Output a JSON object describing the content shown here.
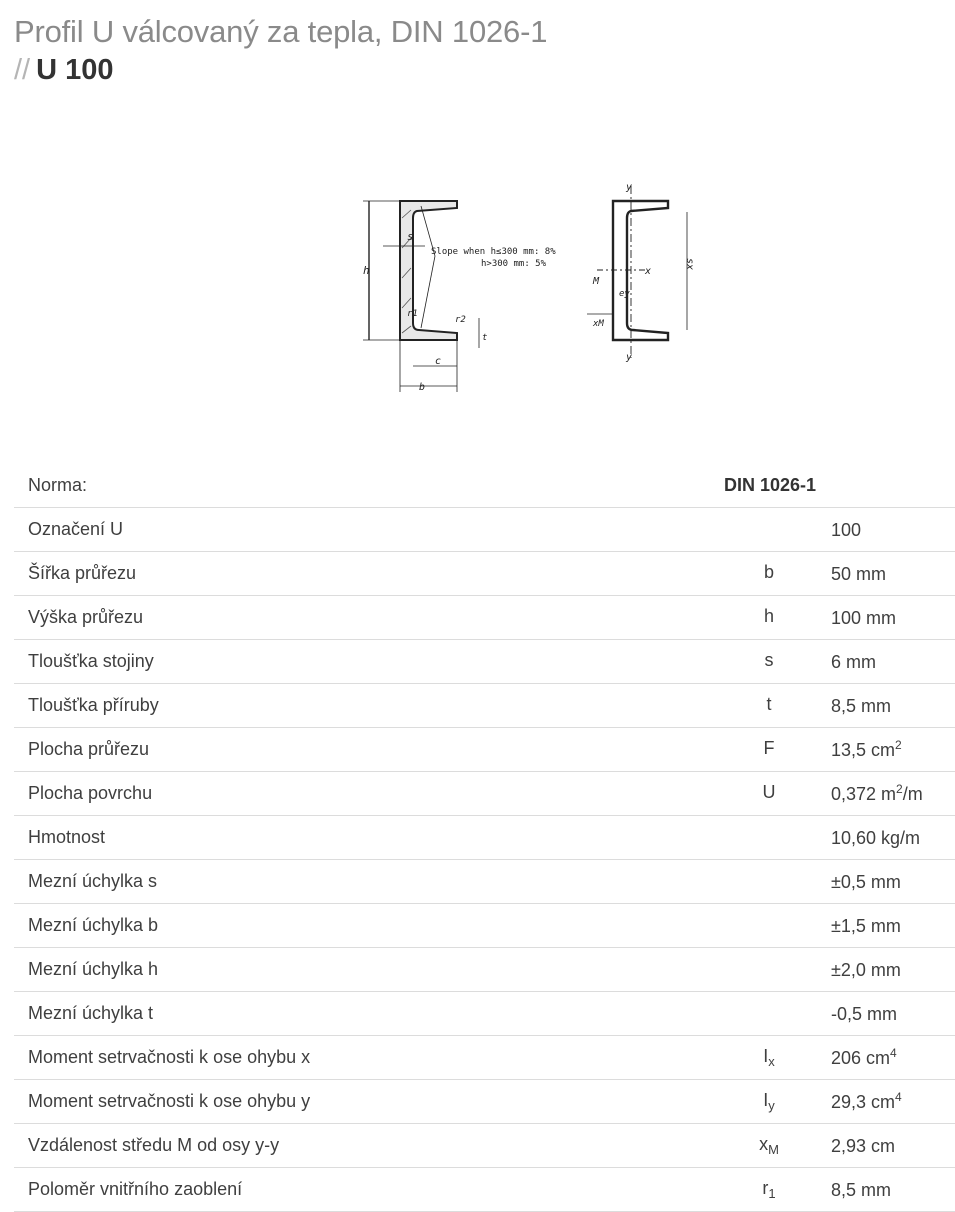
{
  "title": {
    "line1": "Profil U válcovaný za tepla, DIN 1026-1",
    "separator": "//",
    "code": "U 100"
  },
  "drawing": {
    "labels": {
      "s": "s",
      "h": "h",
      "r1": "r1",
      "r2": "r2",
      "t": "t",
      "c": "c",
      "b": "b",
      "y_top": "y",
      "y_bottom": "y",
      "x": "x",
      "M": "M",
      "ey": "ey",
      "xM": "xM",
      "sx": "sx",
      "slope_line1": "Slope when h≤300 mm: 8%",
      "slope_line2": "h>300 mm: 5%"
    }
  },
  "table": {
    "norm_label": "Norma:",
    "norm_value": "DIN 1026-1",
    "rows": [
      {
        "label": "Označení U",
        "symbol": "",
        "symbol_sub": "",
        "value": "100",
        "value_sup": "",
        "value_tail": ""
      },
      {
        "label": "Šířka průřezu",
        "symbol": "b",
        "symbol_sub": "",
        "value": "50 mm",
        "value_sup": "",
        "value_tail": ""
      },
      {
        "label": "Výška průřezu",
        "symbol": "h",
        "symbol_sub": "",
        "value": "100 mm",
        "value_sup": "",
        "value_tail": ""
      },
      {
        "label": "Tloušťka stojiny",
        "symbol": "s",
        "symbol_sub": "",
        "value": "6 mm",
        "value_sup": "",
        "value_tail": ""
      },
      {
        "label": "Tloušťka příruby",
        "symbol": "t",
        "symbol_sub": "",
        "value": "8,5 mm",
        "value_sup": "",
        "value_tail": ""
      },
      {
        "label": "Plocha průřezu",
        "symbol": "F",
        "symbol_sub": "",
        "value": "13,5 cm",
        "value_sup": "2",
        "value_tail": ""
      },
      {
        "label": "Plocha povrchu",
        "symbol": "U",
        "symbol_sub": "",
        "value": "0,372 m",
        "value_sup": "2",
        "value_tail": "/m"
      },
      {
        "label": "Hmotnost",
        "symbol": "",
        "symbol_sub": "",
        "value": "10,60 kg/m",
        "value_sup": "",
        "value_tail": ""
      },
      {
        "label": "Mezní úchylka s",
        "symbol": "",
        "symbol_sub": "",
        "value": "±0,5 mm",
        "value_sup": "",
        "value_tail": ""
      },
      {
        "label": "Mezní úchylka b",
        "symbol": "",
        "symbol_sub": "",
        "value": "±1,5 mm",
        "value_sup": "",
        "value_tail": ""
      },
      {
        "label": "Mezní úchylka h",
        "symbol": "",
        "symbol_sub": "",
        "value": "±2,0 mm",
        "value_sup": "",
        "value_tail": ""
      },
      {
        "label": "Mezní úchylka t",
        "symbol": "",
        "symbol_sub": "",
        "value": "-0,5 mm",
        "value_sup": "",
        "value_tail": ""
      },
      {
        "label": "Moment setrvačnosti k ose ohybu x",
        "symbol": "I",
        "symbol_sub": "x",
        "value": "206 cm",
        "value_sup": "4",
        "value_tail": ""
      },
      {
        "label": "Moment setrvačnosti k ose ohybu y",
        "symbol": "I",
        "symbol_sub": "y",
        "value": "29,3 cm",
        "value_sup": "4",
        "value_tail": ""
      },
      {
        "label": "Vzdálenost středu M od osy y-y",
        "symbol": "x",
        "symbol_sub": "M",
        "value": "2,93 cm",
        "value_sup": "",
        "value_tail": ""
      },
      {
        "label": "Poloměr vnitřního zaoblení",
        "symbol": "r",
        "symbol_sub": "1",
        "value": "8,5 mm",
        "value_sup": "",
        "value_tail": ""
      }
    ]
  }
}
